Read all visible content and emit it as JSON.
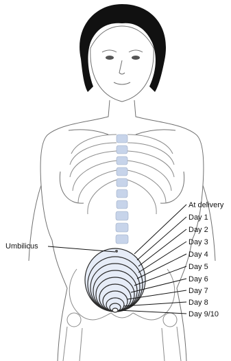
{
  "labels": {
    "umbilicus": "Umbilicus",
    "days": [
      "At delivery",
      "Day 1",
      "Day 2",
      "Day 3",
      "Day 4",
      "Day 5",
      "Day 6",
      "Day 7",
      "Day 8",
      "Day 9/10"
    ]
  },
  "colors": {
    "line": "#6f6f6f",
    "hair": "#111111",
    "uterus_line": "#2b2b2b",
    "uterus_tint": "#d9e3f3",
    "spine": "#c7d4ea"
  }
}
